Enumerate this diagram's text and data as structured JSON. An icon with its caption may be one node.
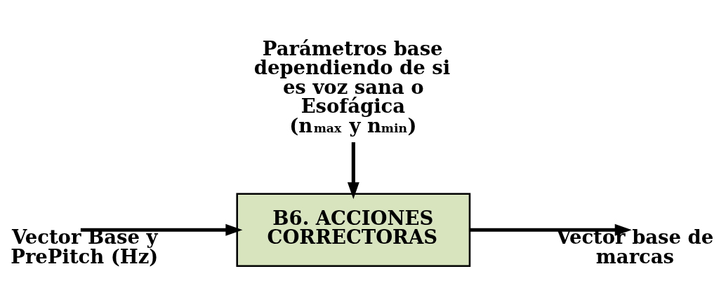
{
  "diagram": {
    "nodes": [
      {
        "text": [
          "Parámetros base dependiendo de si es voz sana o Esofágica",
          "(n$_{max}$ y n$_{min}$)"
        ]
      },
      {
        "text": [
          "B6. ACCIONES CORRECTORAS"
        ]
      }
    ],
    "edges": [
      {
        "from": null,
        "to": 1,
        "arrow": "to",
        "label": "Vector Base y PrePitch (Hz)"
      },
      {
        "from": 0,
        "to": 1,
        "arrow": "to"
      },
      {
        "from": 1,
        "to": null,
        "arrow": "to",
        "label": "Vector base de marcas"
      }
    ]
  }
}
